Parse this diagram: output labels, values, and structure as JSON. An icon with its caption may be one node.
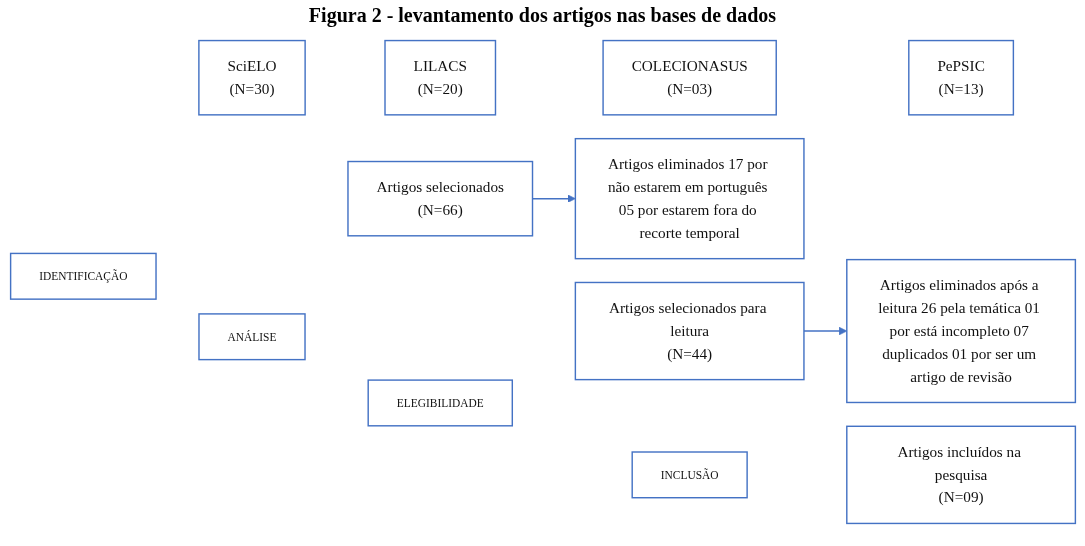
{
  "diagram": {
    "title": "Figura 2 - levantamento dos artigos nas bases de dados",
    "nodes": [
      {
        "text": [
          "IDENTIFICAÇÃO"
        ]
      },
      {
        "text": [
          "SciELO",
          "(N=30)"
        ]
      },
      {
        "text": [
          "LILACS",
          "(N=20)"
        ]
      },
      {
        "text": [
          "COLECIONASUS",
          "(N=03)"
        ]
      },
      {
        "text": [
          "PePSIC",
          "(N=13)"
        ]
      },
      {
        "text": [
          "ANÁLISE"
        ]
      },
      {
        "text": [
          "Artigos selecionados",
          "(N=66)"
        ]
      },
      {
        "text": [
          "Artigos eliminados 17 por não estarem em português 05 por estarem fora do recorte temporal"
        ]
      },
      {
        "text": [
          "ELEGIBILIDADE"
        ]
      },
      {
        "text": [
          "Artigos selecionados para leitura",
          "(N=44)"
        ]
      },
      {
        "text": [
          "Artigos eliminados após a leitura 26 pela temática 01 por está incompleto 07 duplicados 01 por ser um artigo de revisão"
        ]
      },
      {
        "text": [
          "INCLUSÃO"
        ]
      },
      {
        "text": [
          "Artigos incluídos na pesquisa",
          "(N=09)"
        ]
      }
    ],
    "edges": [
      {
        "from": 6,
        "to": 7,
        "arrow": "to"
      },
      {
        "from": 9,
        "to": 10,
        "arrow": "to"
      }
    ]
  }
}
